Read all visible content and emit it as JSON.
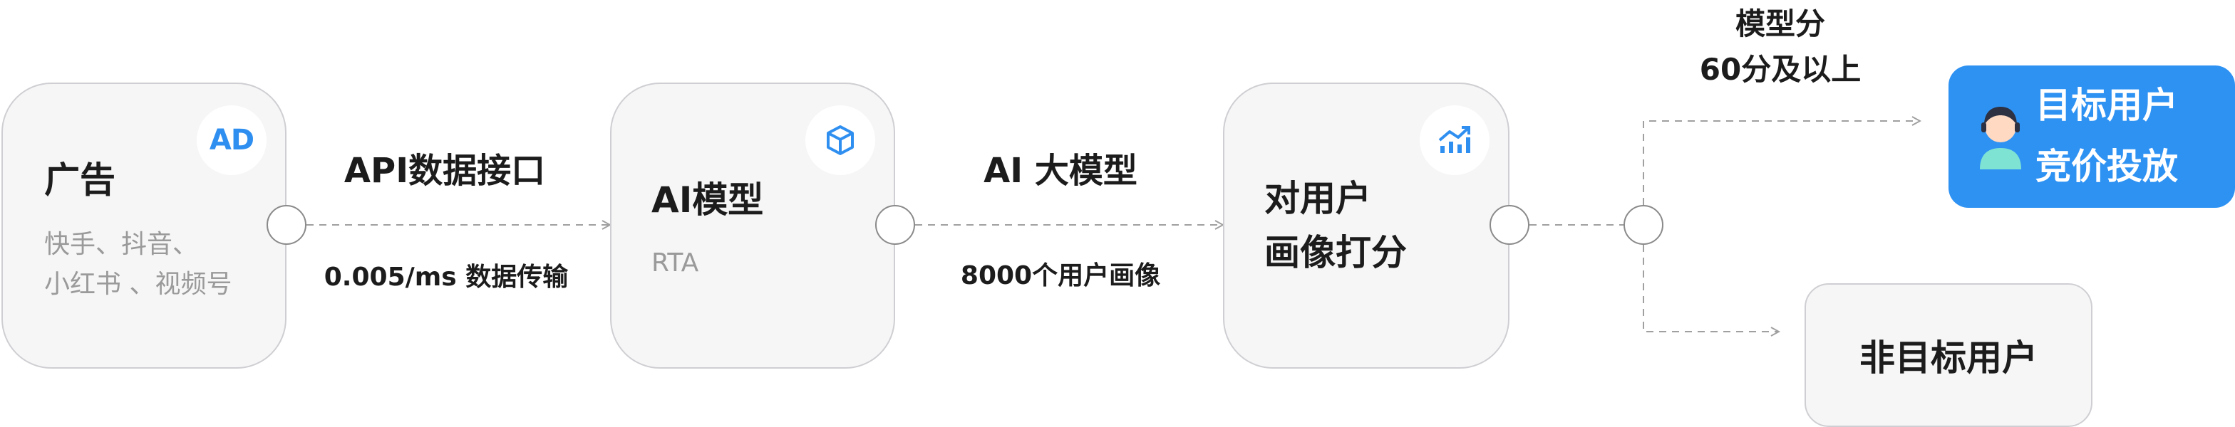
{
  "nodes": {
    "ad": {
      "title": "广告",
      "badge": "AD",
      "channels_line1": "快手、抖音、",
      "channels_line2": "小红书 、视频号"
    },
    "model": {
      "title": "AI模型",
      "sub": "RTA",
      "badge_icon": "cube-icon"
    },
    "scoring": {
      "title_line1": "对用户",
      "title_line2": "画像打分",
      "badge_icon": "trend-chart-icon"
    },
    "target": {
      "title_line1": "目标用户",
      "title_line2": "竞价投放",
      "icon": "user-avatar-icon"
    },
    "non_target": {
      "title": "非目标用户"
    }
  },
  "edges": {
    "api": {
      "label": "API数据接口",
      "sub": "0.005/ms 数据传输"
    },
    "llm": {
      "label": "AI 大模型",
      "sub": "8000个用户画像"
    },
    "threshold": {
      "line1": "模型分",
      "line2": "60分及以上"
    }
  },
  "colors": {
    "accent": "#2e92f3",
    "card_bg": "#f6f6f7",
    "card_border": "#cfcfd3",
    "connector": "#a0a0a0"
  }
}
